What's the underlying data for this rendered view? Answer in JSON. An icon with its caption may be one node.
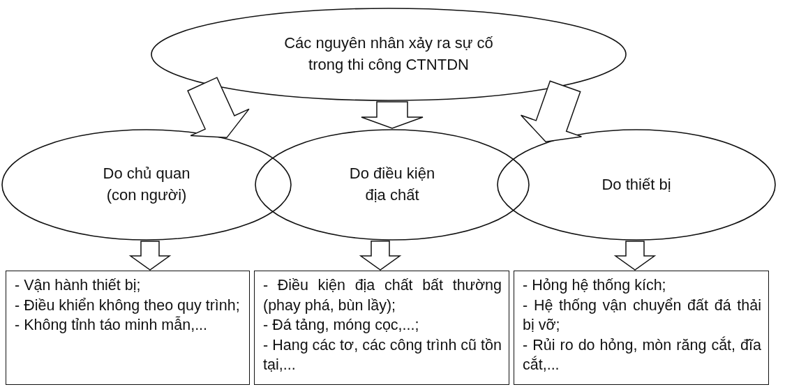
{
  "diagram": {
    "nodes": [
      {
        "text": [
          "Các nguyên nhân xảy ra sự cố trong thi công CTNTDN"
        ]
      },
      {
        "text": [
          "Do chủ quan (con người)"
        ]
      },
      {
        "text": [
          "Do điều kiện địa chất"
        ]
      },
      {
        "text": [
          "Do thiết bị"
        ]
      },
      {
        "text": [
          "- Vận hành thiết bị;",
          "- Điều khiển không theo quy trình;",
          "- Không tỉnh táo minh mẫn,..."
        ]
      },
      {
        "text": [
          "- Điều kiện địa chất bất thường (phay phá, bùn lầy);",
          "- Đá tảng, móng cọc,...;",
          "- Hang các tơ, các công trình cũ tồn tại,..."
        ]
      },
      {
        "text": [
          "- Hỏng hệ thống kích;",
          "- Hệ thống vận chuyển đất đá thải bị vỡ;",
          "- Rủi ro do hỏng, mòn răng cắt, đĩa cắt,..."
        ]
      }
    ],
    "edges": [
      {
        "from": 0,
        "to": 1,
        "arrow": "to"
      },
      {
        "from": 0,
        "to": 2,
        "arrow": "to"
      },
      {
        "from": 0,
        "to": 3,
        "arrow": "to"
      },
      {
        "from": 1,
        "to": 4,
        "arrow": "to"
      },
      {
        "from": 2,
        "to": 5,
        "arrow": "to"
      },
      {
        "from": 3,
        "to": 6,
        "arrow": "to"
      }
    ]
  }
}
